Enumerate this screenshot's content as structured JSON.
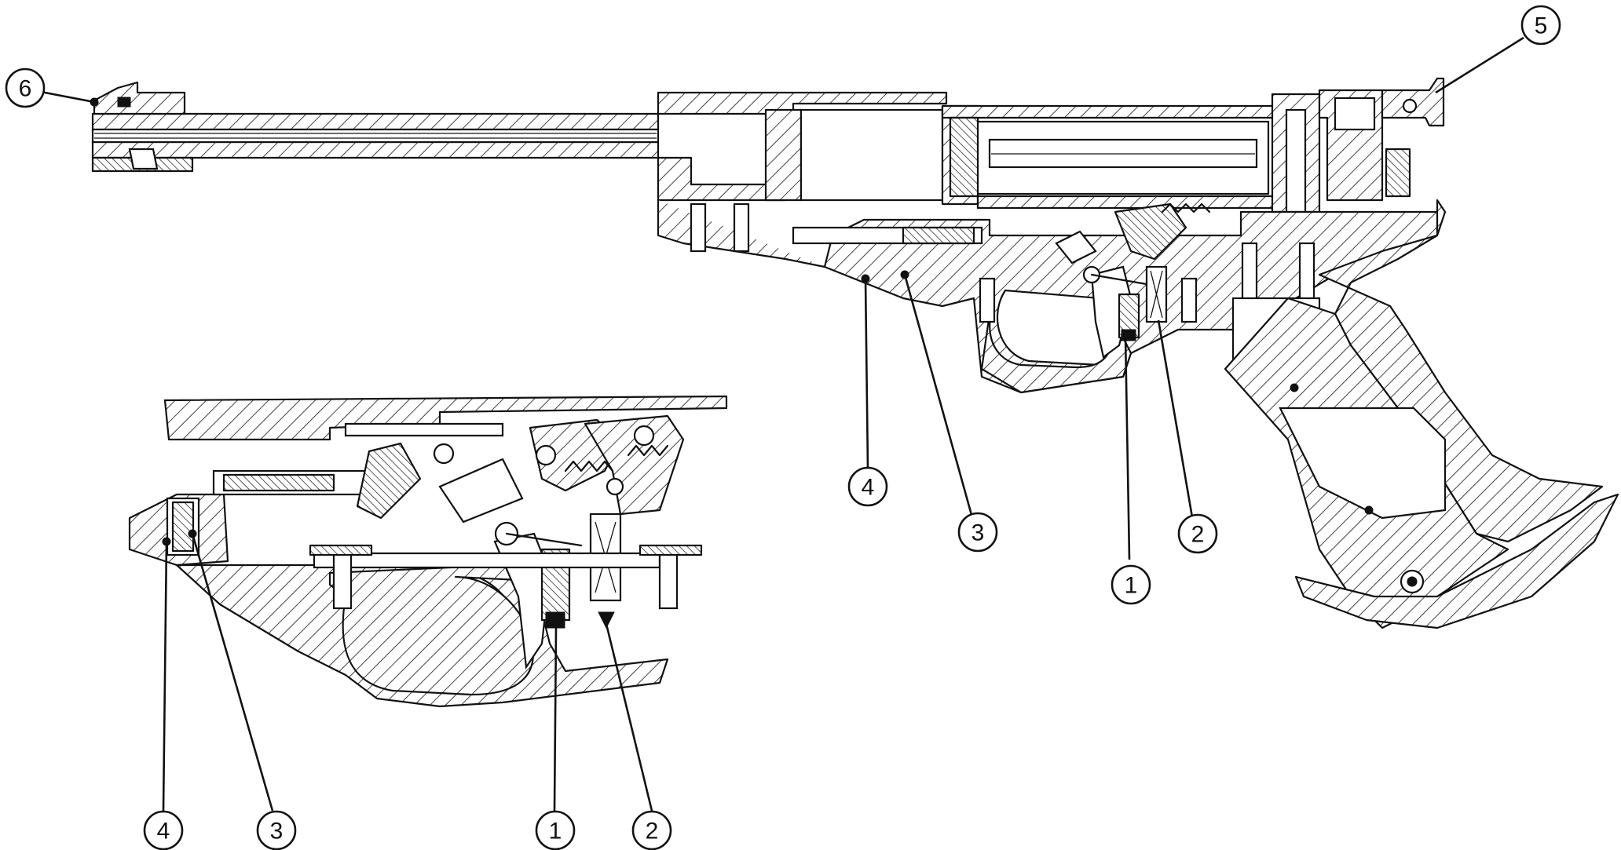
{
  "callouts": {
    "main": [
      {
        "id": "c6",
        "label": "6"
      },
      {
        "id": "c5",
        "label": "5"
      },
      {
        "id": "c4",
        "label": "4"
      },
      {
        "id": "c3",
        "label": "3"
      },
      {
        "id": "c1",
        "label": "1"
      },
      {
        "id": "c2",
        "label": "2"
      }
    ],
    "detail": [
      {
        "id": "d4",
        "label": "4"
      },
      {
        "id": "d3",
        "label": "3"
      },
      {
        "id": "d1",
        "label": "1"
      },
      {
        "id": "d2",
        "label": "2"
      }
    ]
  }
}
